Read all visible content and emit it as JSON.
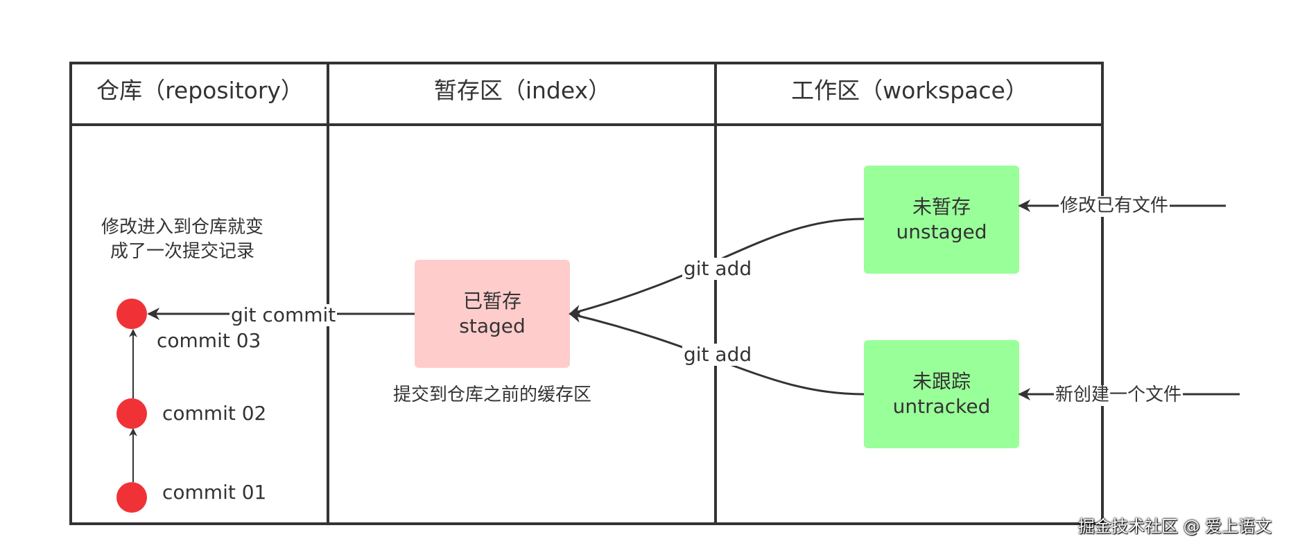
{
  "headers": {
    "repository": "仓库（repository）",
    "index": "暂存区（index）",
    "workspace": "工作区（workspace）"
  },
  "repository": {
    "note_line1": "修改进入到仓库就变",
    "note_line2": "成了一次提交记录",
    "commits": [
      "commit  03",
      "commit  02",
      "commit  01"
    ]
  },
  "index": {
    "staged_cn": "已暂存",
    "staged_en": "staged",
    "note": "提交到仓库之前的缓存区"
  },
  "workspace": {
    "unstaged_cn": "未暂存",
    "unstaged_en": "unstaged",
    "untracked_cn": "未跟踪",
    "untracked_en": "untracked"
  },
  "edges": {
    "git_commit": "git commit",
    "git_add_top": "git add",
    "git_add_bottom": "git add",
    "modify_file": "修改已有文件",
    "new_file": "新创建一个文件"
  },
  "watermark": "掘金技术社区 @ 爱上语文",
  "colors": {
    "commit_node": "#f03237",
    "staged_fill": "#ffcccc",
    "workspace_fill": "#99ff99",
    "line": "#333333"
  }
}
